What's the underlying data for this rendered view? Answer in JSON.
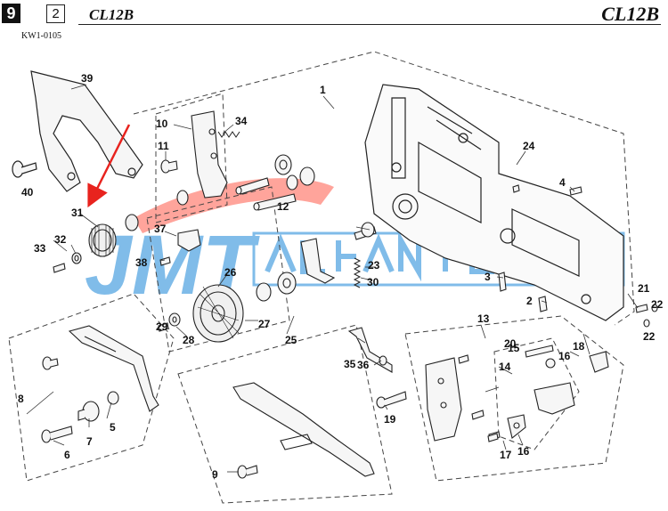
{
  "header": {
    "page_number": "9",
    "sub_number": "2",
    "model_left": "CL12B",
    "model_right": "CL12B",
    "code": "KW1-0105"
  },
  "watermark": {
    "text": "JMT",
    "color": "#1a86d8",
    "accent": "#ff3b2f"
  },
  "arrow_color": "#e8231e",
  "callouts": {
    "c1": "1",
    "c2": "2",
    "c3": "3",
    "c4": "4",
    "c5": "5",
    "c6": "6",
    "c7": "7",
    "c8": "8",
    "c9": "9",
    "c10": "10",
    "c11": "11",
    "c12": "12",
    "c13": "13",
    "c14": "14",
    "c15": "15",
    "c16a": "16",
    "c16b": "16",
    "c17": "17",
    "c18": "18",
    "c19": "19",
    "c20": "20",
    "c21": "21",
    "c22a": "22",
    "c22b": "22",
    "c23": "23",
    "c24": "24",
    "c25": "25",
    "c26": "26",
    "c27": "27",
    "c28": "28",
    "c29": "29",
    "c30": "30",
    "c31": "31",
    "c32": "32",
    "c33": "33",
    "c34": "34",
    "c35": "35",
    "c36": "36",
    "c37": "37",
    "c38": "38",
    "c39": "39",
    "c40": "40"
  }
}
